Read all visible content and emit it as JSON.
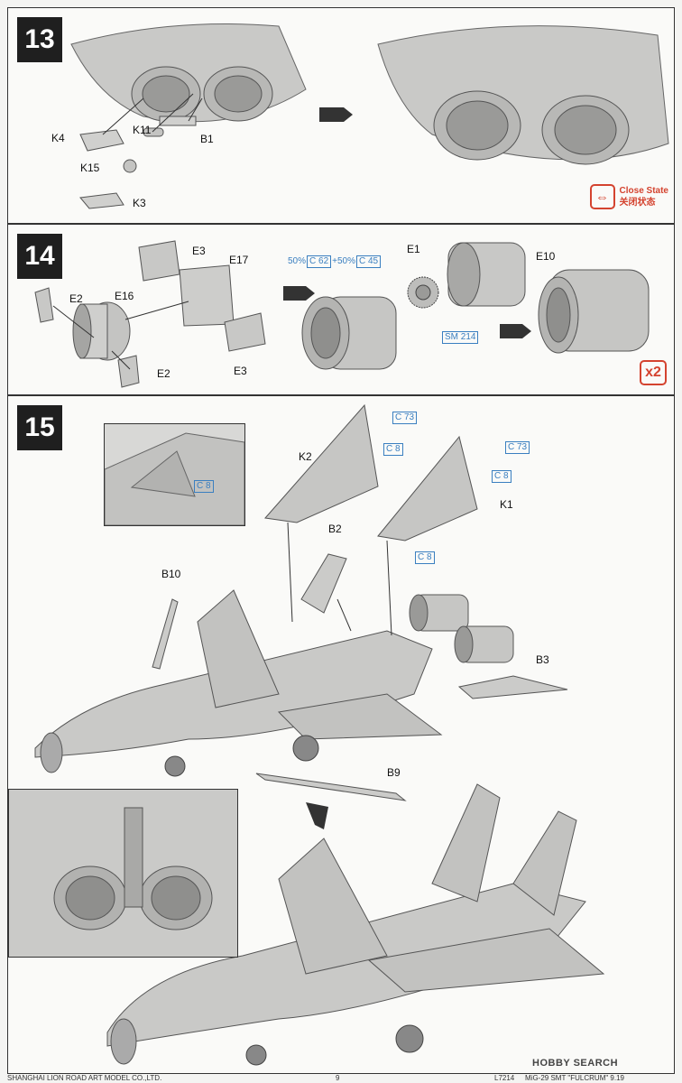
{
  "step13": {
    "number": "13",
    "labels": {
      "k4": "K4",
      "k11": "K11",
      "b1": "B1",
      "k15": "K15",
      "k3": "K3"
    },
    "close_state_en": "Close State",
    "close_state_cn": "关闭状态",
    "close_icon": "arrows-inward-icon"
  },
  "step14": {
    "number": "14",
    "labels": {
      "e3a": "E3",
      "e17": "E17",
      "e2a": "E2",
      "e16": "E16",
      "e2b": "E2",
      "e3b": "E3",
      "e1": "E1",
      "e10": "E10"
    },
    "paint": {
      "pct1": "50%",
      "c62": "C 62",
      "plus": "+50%",
      "c45": "C 45",
      "sm214": "SM 214"
    },
    "multiplier": "x2"
  },
  "step15": {
    "number": "15",
    "labels": {
      "k2": "K2",
      "k1": "K1",
      "b2": "B2",
      "b10": "B10",
      "b3": "B3",
      "b9": "B9"
    },
    "paint": {
      "c73a": "C 73",
      "c8a": "C 8",
      "c73b": "C 73",
      "c8b": "C 8",
      "c8c": "C 8",
      "c8inset": "C 8"
    }
  },
  "footer": {
    "company": "SHANGHAI LION ROAD ART MODEL CO.,LTD.",
    "page": "9",
    "code": "L7214",
    "title": "MiG-29 SMT \"FULCRUM\" 9.19"
  },
  "watermark": "HOBBY SEARCH",
  "colors": {
    "accent_red": "#d4432f",
    "paint_blue": "#3a7fc0",
    "ink": "#1f1f1f"
  }
}
